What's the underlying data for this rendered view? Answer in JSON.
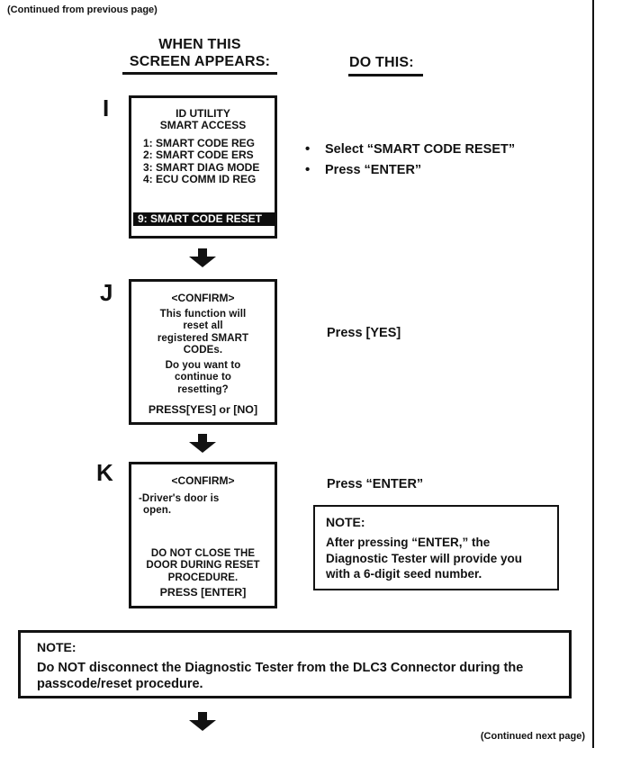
{
  "colors": {
    "text": "#121212",
    "page_bg": "#ffffff",
    "highlight_bg": "#0d0d0d",
    "highlight_fg": "#ffffff"
  },
  "glyphs": {
    "bullet": "•"
  },
  "page": {
    "continued_from": "(Continued from previous page)",
    "continued_next": "(Continued next page)"
  },
  "headers": {
    "screen_line1": "WHEN THIS",
    "screen_line2": "SCREEN APPEARS:",
    "do_this": "DO THIS:"
  },
  "steps": {
    "i": {
      "label": "I",
      "screen": {
        "title1": "ID UTILITY",
        "title2": "SMART ACCESS",
        "item1": "1: SMART CODE REG",
        "item2": "2: SMART CODE ERS",
        "item3": "3: SMART DIAG MODE",
        "item4": "4: ECU COMM ID REG",
        "highlighted": "9: SMART CODE RESET"
      },
      "action1": "Select “SMART CODE RESET”",
      "action2": "Press “ENTER”"
    },
    "j": {
      "label": "J",
      "screen": {
        "title": "<CONFIRM>",
        "p1l1": "This function will",
        "p1l2": "reset all",
        "p1l3": "registered SMART",
        "p1l4": "CODEs.",
        "p2l1": "Do you want to",
        "p2l2": "continue to",
        "p2l3": "resetting?",
        "footer": "PRESS[YES] or [NO]"
      },
      "action": "Press [YES]"
    },
    "k": {
      "label": "K",
      "screen": {
        "title": "<CONFIRM>",
        "p1l1": "-Driver's door is",
        "p1l2": "open.",
        "p2l1": "DO NOT CLOSE THE",
        "p2l2": "DOOR DURING RESET",
        "p2l3": "PROCEDURE.",
        "footer": "PRESS [ENTER]"
      },
      "action": "Press “ENTER”",
      "note": {
        "title": "NOTE:",
        "line1": "After pressing “ENTER,” the",
        "line2": "Diagnostic Tester will provide you",
        "line3": "with a 6-digit seed number."
      }
    }
  },
  "bottom_note": {
    "title": "NOTE:",
    "line1": "Do NOT disconnect the Diagnostic Tester from the DLC3 Connector during the",
    "line2": "passcode/reset procedure."
  }
}
